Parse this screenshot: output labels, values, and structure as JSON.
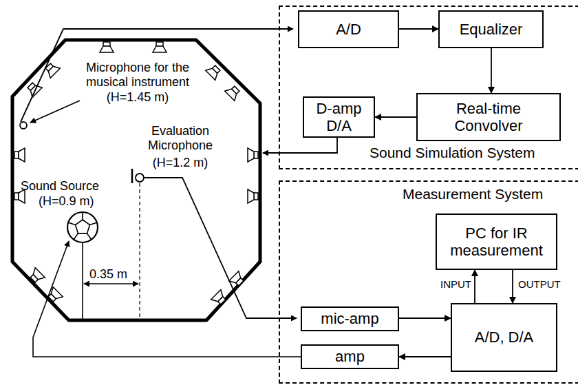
{
  "diagram": {
    "nodes": [
      {
        "text": [
          "Sound Simulation System"
        ]
      },
      {
        "text": [
          "A/D"
        ],
        "in": 0
      },
      {
        "text": [
          "Equalizer"
        ],
        "in": 0
      },
      {
        "text": [
          "Real-time Convolver"
        ],
        "in": 0
      },
      {
        "text": [
          "D-amp D/A"
        ],
        "in": 0
      },
      {
        "text": [
          "Measurement System"
        ]
      },
      {
        "text": [
          "PC for IR measurement"
        ],
        "in": 5
      },
      {
        "text": [
          "A/D, D/A"
        ],
        "in": 5
      },
      {
        "text": [
          "mic-amp"
        ],
        "in": 5
      },
      {
        "text": [
          "amp"
        ],
        "in": 5
      }
    ],
    "edges": [
      {
        "from": 1,
        "to": 2,
        "arrow": "to"
      },
      {
        "from": 2,
        "to": 3,
        "arrow": "to"
      },
      {
        "from": 3,
        "to": 4,
        "arrow": "to"
      },
      {
        "from": 7,
        "to": 6,
        "label": "INPUT",
        "arrow": "to"
      },
      {
        "from": 6,
        "to": 7,
        "label": "OUTPUT",
        "arrow": "to"
      },
      {
        "from": 8,
        "to": 7,
        "arrow": "to"
      },
      {
        "from": 7,
        "to": 9,
        "arrow": "to"
      }
    ],
    "labels": [
      "Microphone for the musical instrument",
      "(H=1.45 m)",
      "Evaluation Microphone",
      "(H=1.2 m)",
      "Sound Source",
      "(H=0.9 m)",
      "0.35 m"
    ]
  }
}
